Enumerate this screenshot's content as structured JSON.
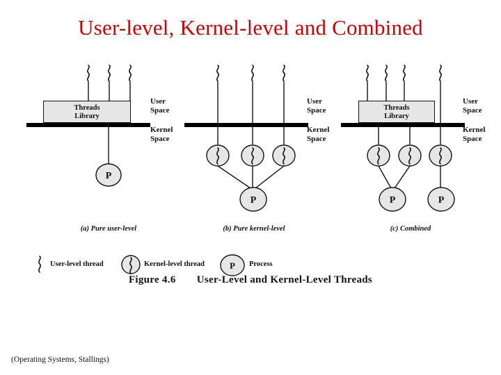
{
  "slide": {
    "title": "User-level, Kernel-level and Combined",
    "source_note": "(Operating Systems, Stallings)",
    "title_color": "#cc0000",
    "kernel_bar_color": "#000000",
    "box_fill_color": "#e6e6e6"
  },
  "figure": {
    "caption_number": "Figure 4.6",
    "caption_text": "User-Level and Kernel-Level Threads",
    "panels": [
      {
        "id": "a",
        "caption": "(a) Pure user-level",
        "threads_library_label": "Threads\nLibrary",
        "user_space_label": "User\nSpace",
        "kernel_space_label": "Kernel\nSpace",
        "user_threads": 3,
        "kernel_threads": 0,
        "processes": 1,
        "process_label": "P"
      },
      {
        "id": "b",
        "caption": "(b) Pure kernel-level",
        "threads_library_label": "",
        "user_space_label": "User\nSpace",
        "kernel_space_label": "Kernel\nSpace",
        "user_threads": 3,
        "kernel_threads": 3,
        "processes": 1,
        "process_label": "P"
      },
      {
        "id": "c",
        "caption": "(c) Combined",
        "threads_library_label": "Threads\nLibrary",
        "user_space_label": "User\nSpace",
        "kernel_space_label": "Kernel\nSpace",
        "user_threads": 4,
        "kernel_threads": 3,
        "processes": 2,
        "process_label": "P"
      }
    ],
    "legend": [
      {
        "glyph": "user-thread-squiggle",
        "label": "User-level thread"
      },
      {
        "glyph": "kernel-thread-circle-squiggle",
        "label": "Kernel-level thread"
      },
      {
        "glyph": "process-circle",
        "label": "Process",
        "letter": "P"
      }
    ]
  }
}
